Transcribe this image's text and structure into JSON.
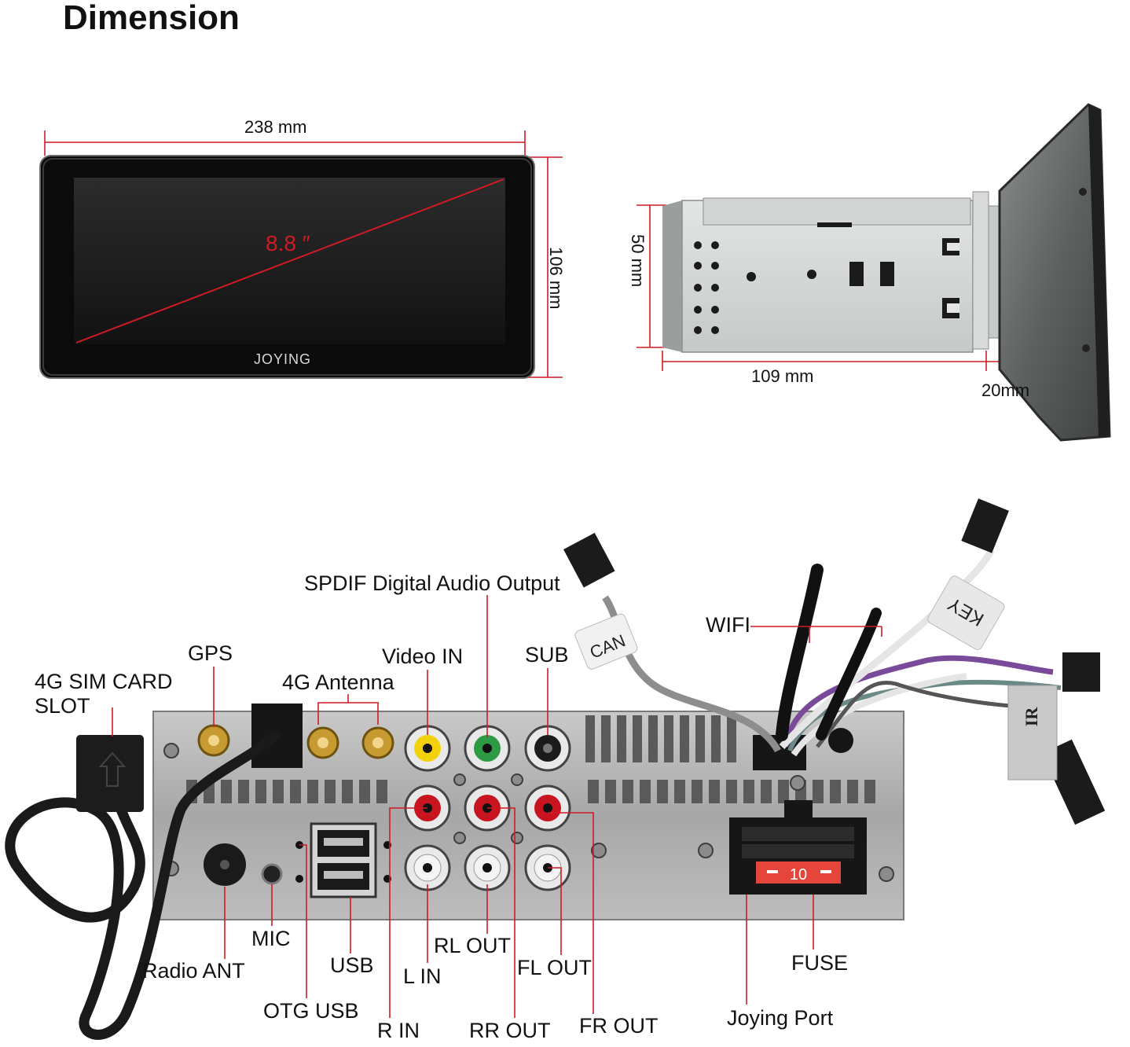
{
  "title": "Dimension",
  "front_view": {
    "width_label": "238 mm",
    "height_label": "106 mm",
    "diagonal_label": "8.8 ″",
    "brand": "JOYING"
  },
  "side_view": {
    "height_label": "50 mm",
    "depth_label": "109 mm",
    "faceplate_label": "20mm"
  },
  "rear_view": {
    "labels": {
      "spdif": "SPDIF Digital Audio Output",
      "wifi": "WIFI",
      "gps": "GPS",
      "sim_line1": "4G SIM CARD",
      "sim_line2": "SLOT",
      "video_in": "Video IN",
      "sub": "SUB",
      "antenna_4g": "4G Antenna",
      "mic": "MIC",
      "radio_ant": "Radio ANT",
      "usb": "USB",
      "otg_usb": "OTG USB",
      "rl_out": "RL OUT",
      "l_in": "L IN",
      "fl_out": "FL OUT",
      "r_in": "R IN",
      "rr_out": "RR OUT",
      "fr_out": "FR OUT",
      "fuse": "FUSE",
      "joying_port": "Joying Port"
    },
    "cable_tags": {
      "can": "CAN",
      "key": "KEY",
      "ir": "IR"
    },
    "fuse_rating": "10"
  },
  "colors": {
    "dimension_line": "#d01b24",
    "diagonal_text": "#d01b24",
    "rca_yellow": "#f2d10a",
    "rca_green": "#2e9a43",
    "rca_red": "#c8141e",
    "rca_white": "#f4f4f4",
    "fuse": "#e6453b"
  }
}
